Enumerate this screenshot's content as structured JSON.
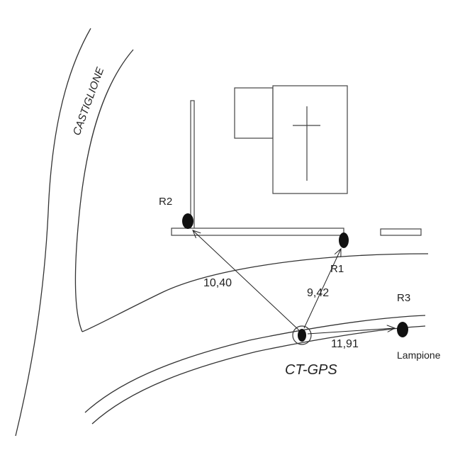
{
  "map": {
    "road_name": "CASTIGLIONE",
    "points": {
      "r1": "R1",
      "r2": "R2",
      "r3": "R3",
      "station": "CT-GPS",
      "r3_note": "Lampione"
    },
    "distances": {
      "to_r2": "10,40",
      "to_r1": "9,42",
      "to_r3": "11,91"
    }
  }
}
